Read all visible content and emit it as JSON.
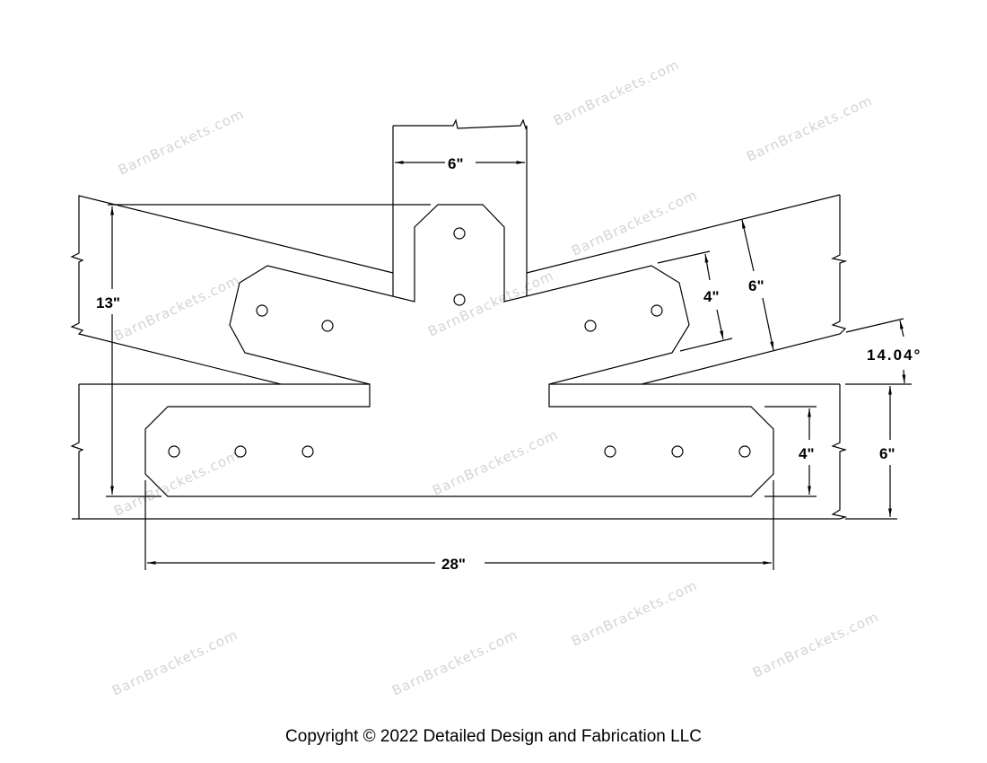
{
  "dimensions": {
    "post_width": "6\"",
    "height_overall": "13\"",
    "rafter_plate_width": "4\"",
    "rafter_depth": "6\"",
    "roof_angle": "14.04°",
    "beam_plate_width": "4\"",
    "beam_depth": "6\"",
    "bracket_length": "28\""
  },
  "watermark": "BarnBrackets.com",
  "copyright": "Copyright © 2022 Detailed Design and Fabrication LLC",
  "colors": {
    "line": "#000000",
    "watermark": "#d4d4d4"
  }
}
